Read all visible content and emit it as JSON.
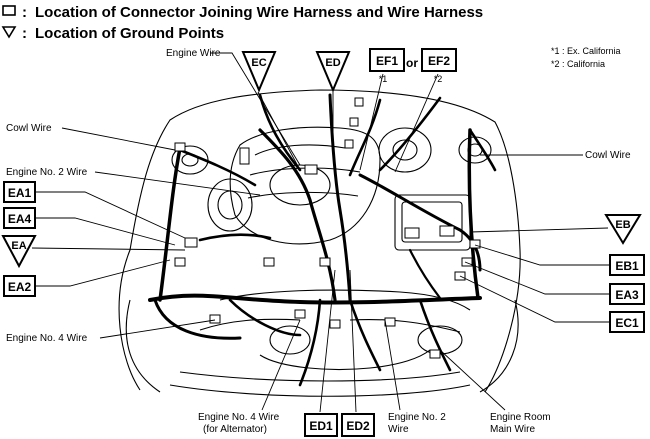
{
  "legend": {
    "connector": {
      "symbol": ":",
      "text": "Location of Connector Joining Wire Harness and Wire Harness"
    },
    "ground": {
      "symbol": ":",
      "text": "Location of Ground Points"
    }
  },
  "notes": {
    "n1": {
      "mark": "*1",
      "text": ": Ex. California"
    },
    "n2": {
      "mark": "*2",
      "text": ": California"
    }
  },
  "top_tags": {
    "ec": "EC",
    "ed": "ED",
    "ef1": "EF1",
    "or_word": "or",
    "ef2": "EF2",
    "ef1_note": "*1",
    "ef2_note": "*2"
  },
  "labels": {
    "engine_wire": "Engine Wire",
    "cowl_wire_left": "Cowl Wire",
    "engine_no2_wire_left": "Engine No. 2 Wire",
    "cowl_wire_right": "Cowl Wire",
    "engine_no4_wire": "Engine No. 4 Wire",
    "engine_no4_alt_l1": "Engine No. 4 Wire",
    "engine_no4_alt_l2": "(for Alternator)",
    "engine_no2_bottom_l1": "Engine No. 2",
    "engine_no2_bottom_l2": "Wire",
    "engine_room_l1": "Engine Room",
    "engine_room_l2": "Main Wire"
  },
  "left_tags": {
    "ea1": "EA1",
    "ea4": "EA4",
    "ea": "EA",
    "ea2": "EA2"
  },
  "right_tags": {
    "eb": "EB",
    "eb1": "EB1",
    "ea3": "EA3",
    "ec1": "EC1"
  },
  "bottom_tags": {
    "ed1": "ED1",
    "ed2": "ED2"
  }
}
